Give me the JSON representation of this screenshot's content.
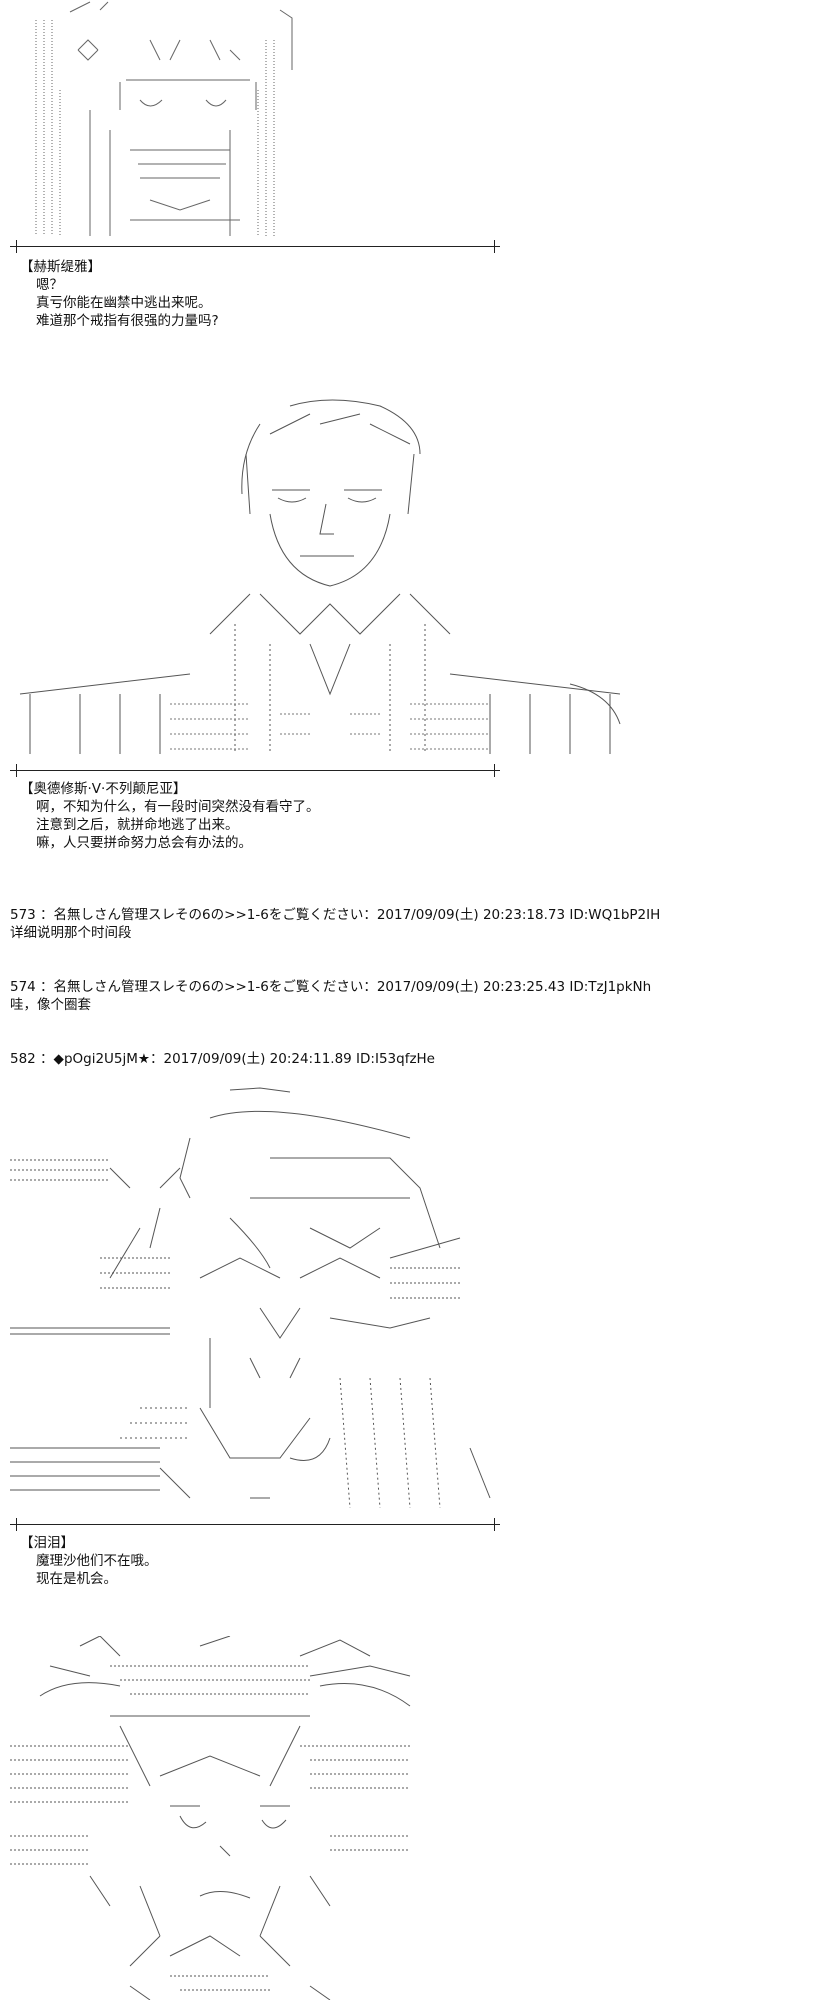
{
  "scenes": [
    {
      "speaker": "【赫斯缇雅】",
      "lines": [
        "嗯？",
        "真亏你能在幽禁中逃出来呢。",
        "难道那个戒指有很强的力量吗?"
      ]
    },
    {
      "speaker": "【奥德修斯·V·不列颠尼亚】",
      "lines": [
        "啊，不知为什么，有一段时间突然没有看守了。",
        "注意到之后，就拼命地逃了出来。",
        "嘛，人只要拼命努力总会有办法的。"
      ]
    },
    {
      "speaker": "【泪泪】",
      "lines": [
        "魔理沙他们不在哦。",
        "现在是机会。"
      ]
    }
  ],
  "posts": [
    {
      "header": "573 ：名無しさん管理スレその6の>>1-6をご覧ください：2017/09/09(土) 20:23:18.73 ID:WQ1bP2IH",
      "body": "详细说明那个时间段"
    },
    {
      "header": "574 ：名無しさん管理スレその6の>>1-6をご覧ください：2017/09/09(土) 20:23:25.43 ID:TzJ1pkNh",
      "body": "哇，像个圈套"
    },
    {
      "header": "582 ：◆pOgi2U5jM★：2017/09/09(土) 20:24:11.89 ID:I53qfzHe"
    }
  ]
}
